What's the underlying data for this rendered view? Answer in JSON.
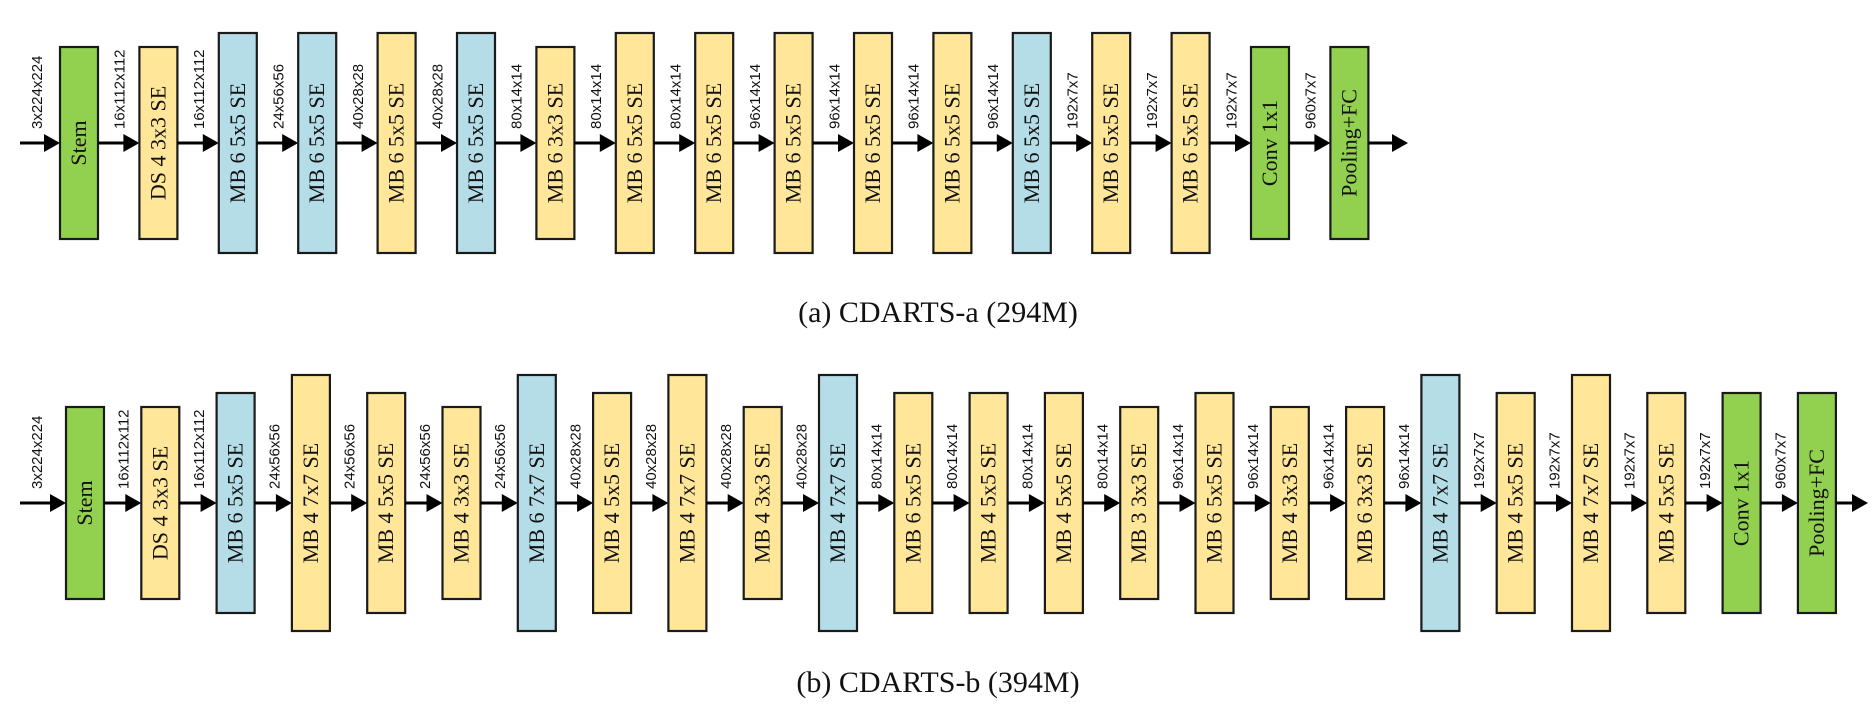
{
  "colors": {
    "green": "#92d050",
    "yellow": "#ffe699",
    "blue": "#b4dde8",
    "stroke": "#1a1a1a"
  },
  "diagrams": [
    {
      "id": "a",
      "caption": "(a) CDARTS-a (294M)",
      "input_dim": "3x224x224",
      "blocks": [
        {
          "label": "Stem",
          "type": "green",
          "size": "m",
          "out": "16x112x112"
        },
        {
          "label": "DS 4 3x3 SE",
          "type": "yellow",
          "size": "m",
          "out": "16x112x112"
        },
        {
          "label": "MB 6 5x5 SE",
          "type": "blue",
          "size": "l",
          "out": "24x56x56"
        },
        {
          "label": "MB 6 5x5 SE",
          "type": "blue",
          "size": "l",
          "out": "40x28x28"
        },
        {
          "label": "MB 6 5x5 SE",
          "type": "yellow",
          "size": "l",
          "out": "40x28x28"
        },
        {
          "label": "MB 6 5x5 SE",
          "type": "blue",
          "size": "l",
          "out": "80x14x14"
        },
        {
          "label": "MB 6 3x3 SE",
          "type": "yellow",
          "size": "m",
          "out": "80x14x14"
        },
        {
          "label": "MB 6 5x5 SE",
          "type": "yellow",
          "size": "l",
          "out": "80x14x14"
        },
        {
          "label": "MB 6 5x5 SE",
          "type": "yellow",
          "size": "l",
          "out": "96x14x14"
        },
        {
          "label": "MB 6 5x5 SE",
          "type": "yellow",
          "size": "l",
          "out": "96x14x14"
        },
        {
          "label": "MB 6 5x5 SE",
          "type": "yellow",
          "size": "l",
          "out": "96x14x14"
        },
        {
          "label": "MB 6 5x5 SE",
          "type": "yellow",
          "size": "l",
          "out": "96x14x14"
        },
        {
          "label": "MB 6 5x5 SE",
          "type": "blue",
          "size": "l",
          "out": "192x7x7"
        },
        {
          "label": "MB 6 5x5 SE",
          "type": "yellow",
          "size": "l",
          "out": "192x7x7"
        },
        {
          "label": "MB 6 5x5 SE",
          "type": "yellow",
          "size": "l",
          "out": "192x7x7"
        },
        {
          "label": "Conv 1x1",
          "type": "green",
          "size": "m",
          "out": "960x7x7"
        },
        {
          "label": "Pooling+FC",
          "type": "green",
          "size": "m",
          "out": ""
        }
      ]
    },
    {
      "id": "b",
      "caption": "(b) CDARTS-b (394M)",
      "input_dim": "3x224x224",
      "blocks": [
        {
          "label": "Stem",
          "type": "green",
          "size": "m",
          "out": "16x112x112"
        },
        {
          "label": "DS 4 3x3 SE",
          "type": "yellow",
          "size": "m",
          "out": "16x112x112"
        },
        {
          "label": "MB 6 5x5 SE",
          "type": "blue",
          "size": "l",
          "out": "24x56x56"
        },
        {
          "label": "MB 4 7x7 SE",
          "type": "yellow",
          "size": "xl",
          "out": "24x56x56"
        },
        {
          "label": "MB 4 5x5 SE",
          "type": "yellow",
          "size": "l",
          "out": "24x56x56"
        },
        {
          "label": "MB 4 3x3 SE",
          "type": "yellow",
          "size": "m",
          "out": "24x56x56"
        },
        {
          "label": "MB 6 7x7 SE",
          "type": "blue",
          "size": "xl",
          "out": "40x28x28"
        },
        {
          "label": "MB 4 5x5 SE",
          "type": "yellow",
          "size": "l",
          "out": "40x28x28"
        },
        {
          "label": "MB 4 7x7 SE",
          "type": "yellow",
          "size": "xl",
          "out": "40x28x28"
        },
        {
          "label": "MB 4 3x3 SE",
          "type": "yellow",
          "size": "m",
          "out": "40x28x28"
        },
        {
          "label": "MB 4 7x7 SE",
          "type": "blue",
          "size": "xl",
          "out": "80x14x14"
        },
        {
          "label": "MB 6 5x5 SE",
          "type": "yellow",
          "size": "l",
          "out": "80x14x14"
        },
        {
          "label": "MB 4 5x5 SE",
          "type": "yellow",
          "size": "l",
          "out": "80x14x14"
        },
        {
          "label": "MB 4 5x5 SE",
          "type": "yellow",
          "size": "l",
          "out": "80x14x14"
        },
        {
          "label": "MB 3 3x3 SE",
          "type": "yellow",
          "size": "m",
          "out": "96x14x14"
        },
        {
          "label": "MB 6 5x5 SE",
          "type": "yellow",
          "size": "l",
          "out": "96x14x14"
        },
        {
          "label": "MB 4 3x3 SE",
          "type": "yellow",
          "size": "m",
          "out": "96x14x14"
        },
        {
          "label": "MB 6 3x3 SE",
          "type": "yellow",
          "size": "m",
          "out": "96x14x14"
        },
        {
          "label": "MB 4 7x7 SE",
          "type": "blue",
          "size": "xl",
          "out": "192x7x7"
        },
        {
          "label": "MB 4 5x5 SE",
          "type": "yellow",
          "size": "l",
          "out": "192x7x7"
        },
        {
          "label": "MB 4 7x7 SE",
          "type": "yellow",
          "size": "xl",
          "out": "192x7x7"
        },
        {
          "label": "MB 4 5x5 SE",
          "type": "yellow",
          "size": "l",
          "out": "192x7x7"
        },
        {
          "label": "Conv 1x1",
          "type": "green",
          "size": "l",
          "out": "960x7x7"
        },
        {
          "label": "Pooling+FC",
          "type": "green",
          "size": "l",
          "out": ""
        }
      ]
    }
  ]
}
